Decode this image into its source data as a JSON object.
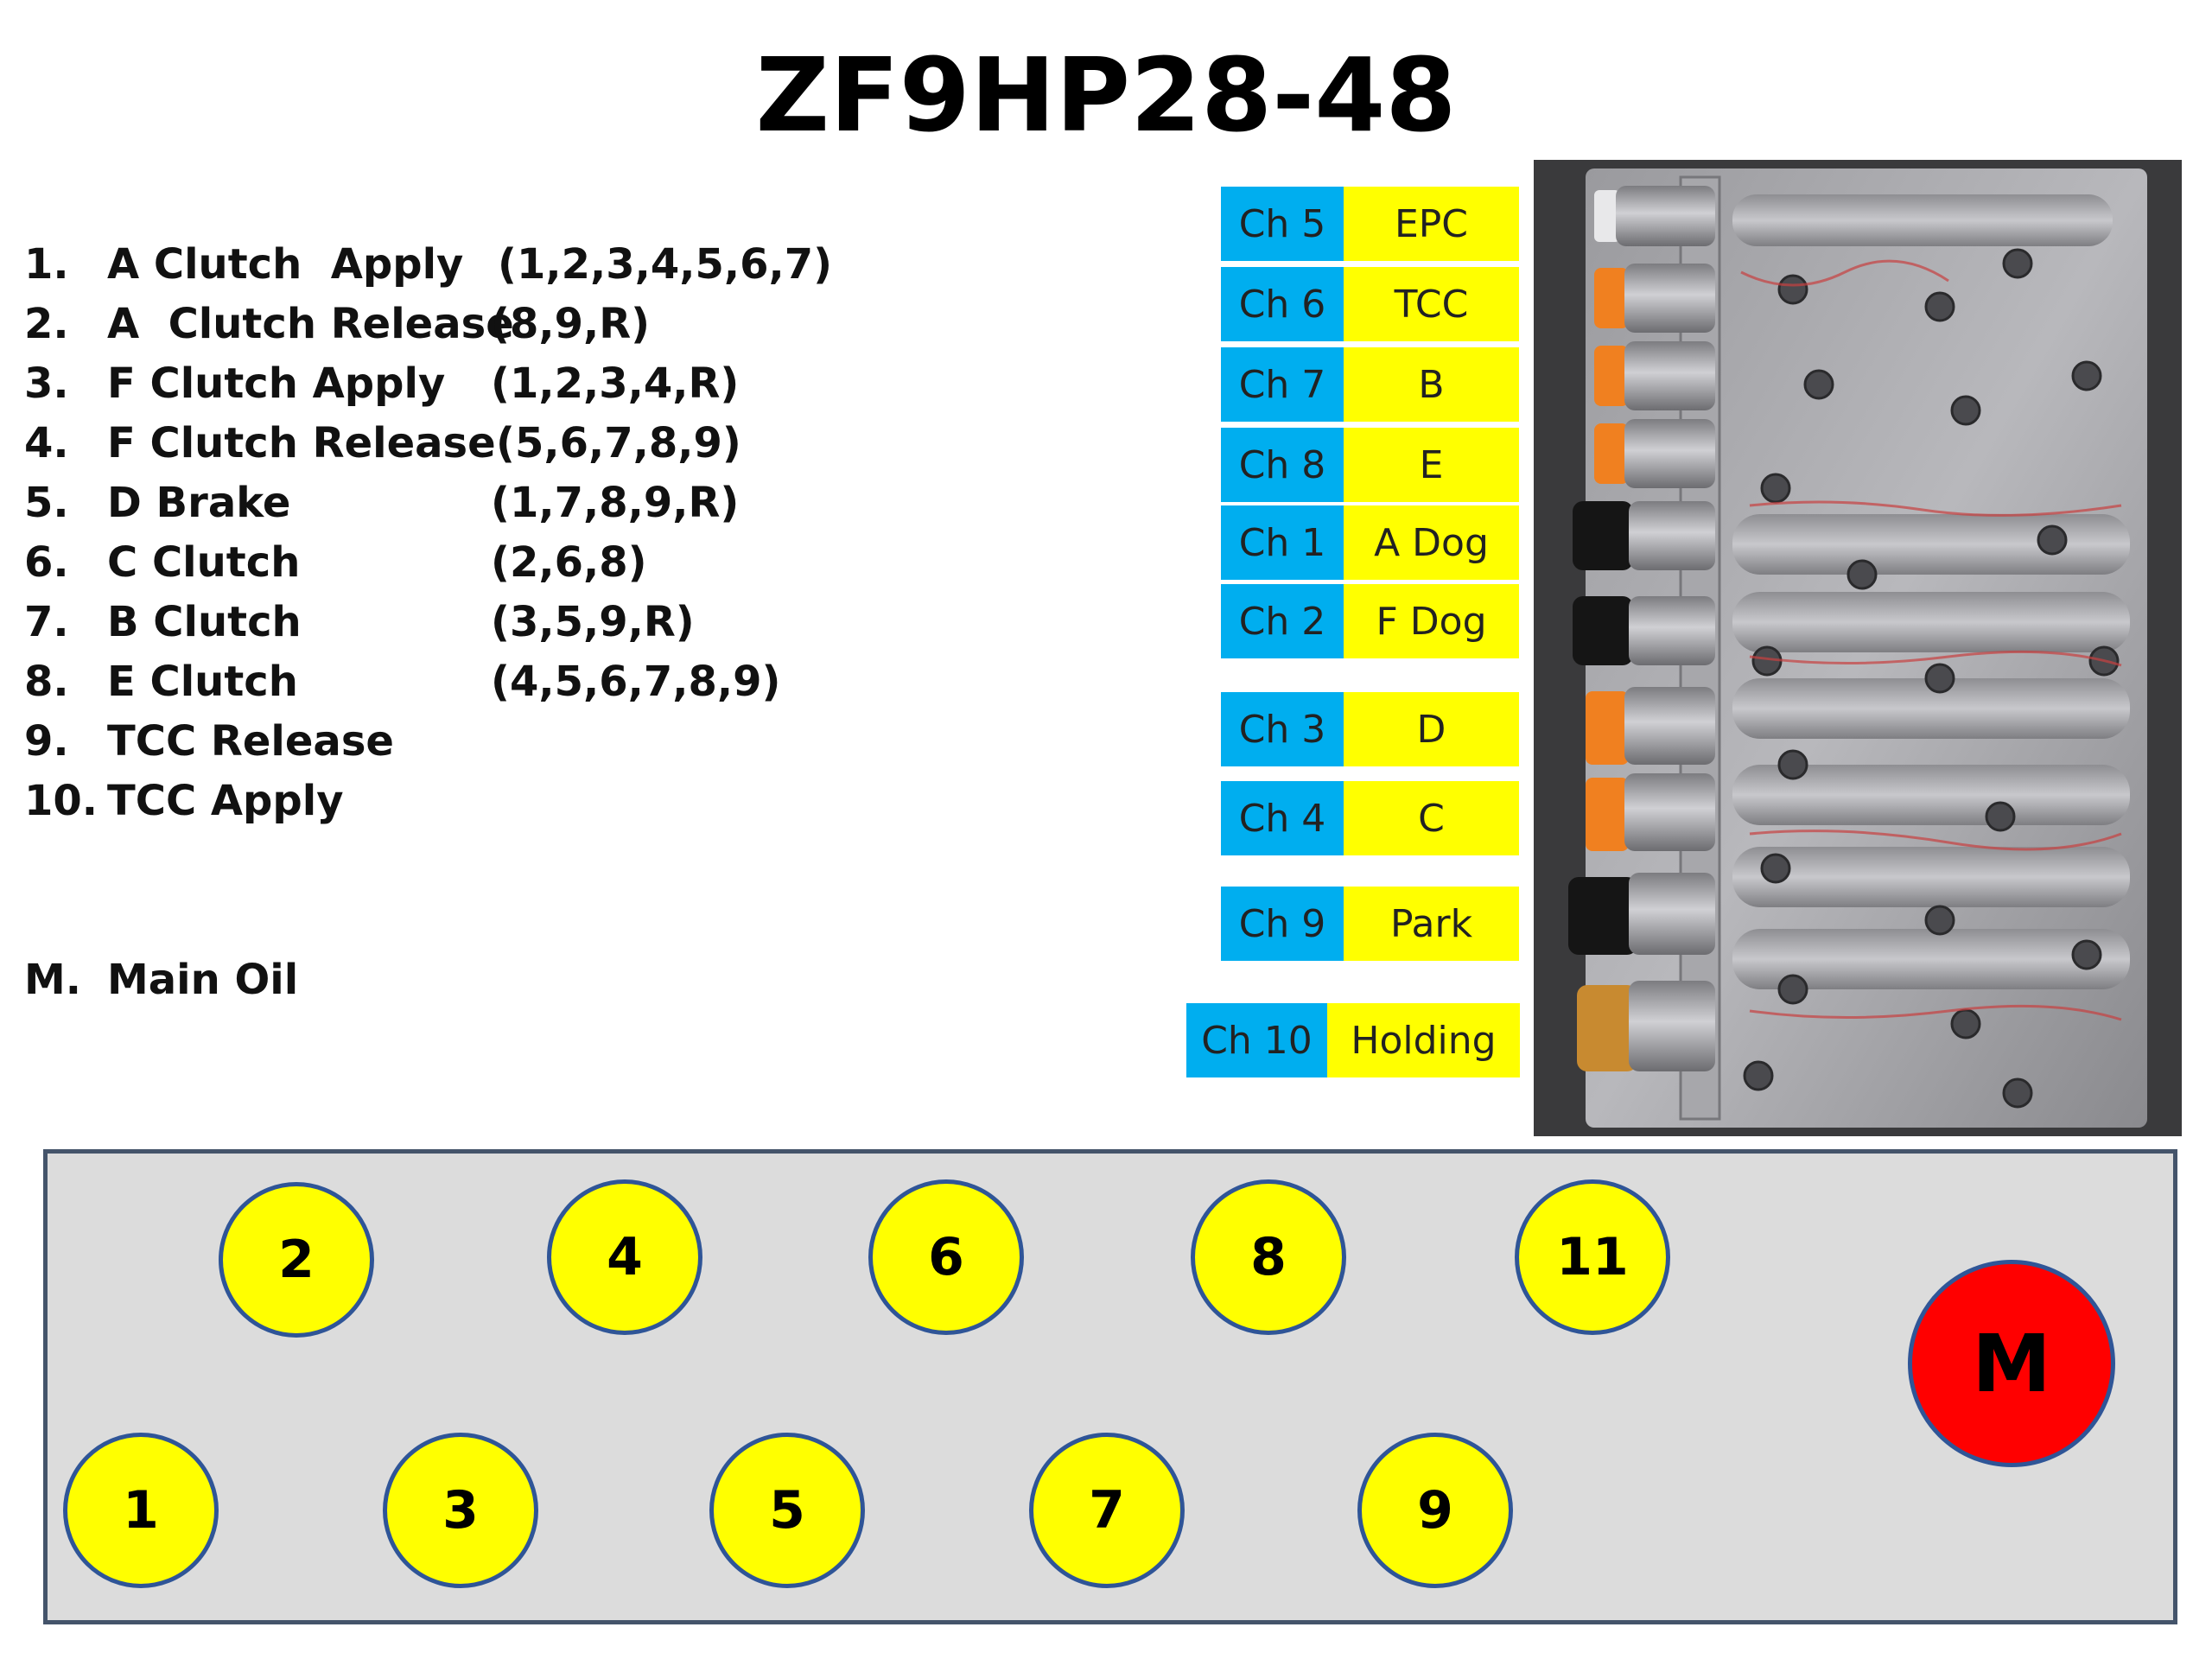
{
  "title": "ZF9HP28-48",
  "legend": [
    {
      "num": "1.",
      "name": "A Clutch  Apply",
      "gears": "(1,2,3,4,5,6,7)"
    },
    {
      "num": "2.",
      "name": "A  Clutch Release",
      "gears": "(8,9,R)"
    },
    {
      "num": "3.",
      "name": "F Clutch Apply",
      "gears": "(1,2,3,4,R)"
    },
    {
      "num": "4.",
      "name": "F Clutch Release",
      "gears": "(5,6,7,8,9)"
    },
    {
      "num": "5.",
      "name": "D Brake",
      "gears": "(1,7,8,9,R)"
    },
    {
      "num": "6.",
      "name": "C Clutch",
      "gears": "(2,6,8)"
    },
    {
      "num": "7.",
      "name": "B Clutch",
      "gears": "(3,5,9,R)"
    },
    {
      "num": "8.",
      "name": "E Clutch",
      "gears": "(4,5,6,7,8,9)"
    },
    {
      "num": "9.",
      "name": "TCC Release",
      "gears": ""
    },
    {
      "num": "10.",
      "name": "TCC Apply",
      "gears": ""
    },
    {
      "num": "M.",
      "name": "Main Oil",
      "gears": ""
    }
  ],
  "channels": [
    {
      "ch": "Ch 5",
      "func": "EPC"
    },
    {
      "ch": "Ch 6",
      "func": "TCC"
    },
    {
      "ch": "Ch 7",
      "func": "B"
    },
    {
      "ch": "Ch 8",
      "func": "E"
    },
    {
      "ch": "Ch 1",
      "func": "A Dog"
    },
    {
      "ch": "Ch 2",
      "func": "F Dog"
    },
    {
      "ch": "Ch 3",
      "func": "D"
    },
    {
      "ch": "Ch 4",
      "func": "C"
    },
    {
      "ch": "Ch 9",
      "func": "Park"
    },
    {
      "ch": "Ch 10",
      "func": "Holding"
    }
  ],
  "pins": [
    "2",
    "4",
    "6",
    "8",
    "11",
    "1",
    "3",
    "5",
    "7",
    "9",
    "M"
  ],
  "colors": {
    "channel_label": "#00aeef",
    "channel_function": "#ffff00",
    "pin": "#ffff00",
    "main_oil_pin": "#ff0000",
    "pin_border": "#2f5597",
    "board": "#dcdcdc"
  }
}
